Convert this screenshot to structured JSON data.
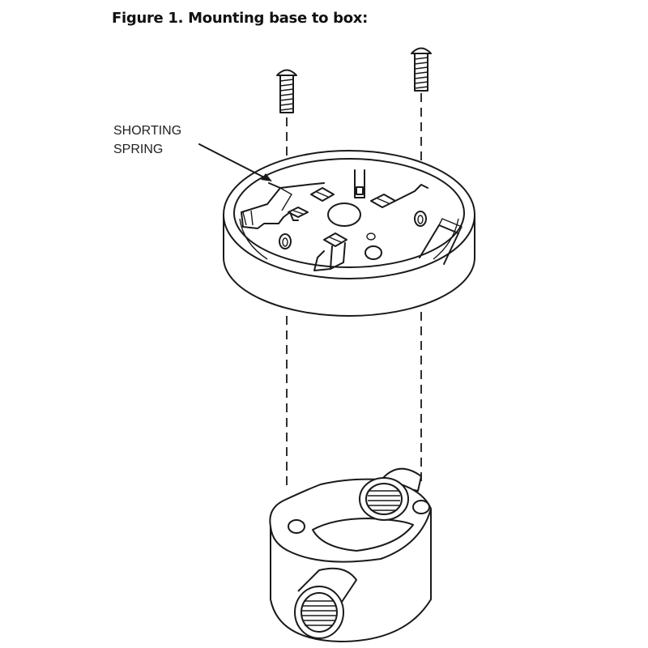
{
  "title": "Figure 1. Mounting base to box:",
  "callout": {
    "line1": "SHORTING",
    "line2": "SPRING"
  }
}
